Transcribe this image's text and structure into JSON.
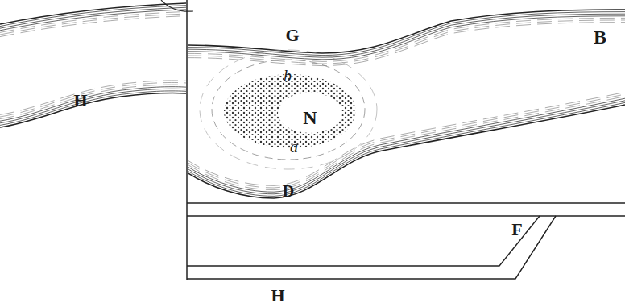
{
  "diagram": {
    "labels": [
      "G",
      "B",
      "H",
      "b",
      "N",
      "a",
      "D",
      "F",
      "H"
    ]
  }
}
